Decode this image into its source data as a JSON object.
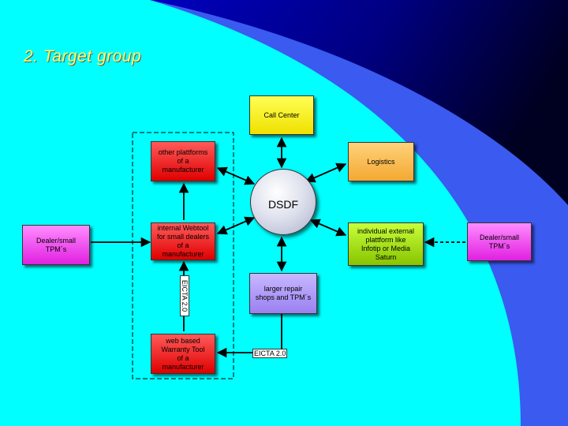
{
  "slide": {
    "title": "2. Target group"
  },
  "nodes": {
    "call_center": "Call Center",
    "logistics": "Logistics",
    "other_platforms": "other plattforms\nof a\nmanufacturer",
    "internal_webtool": "internal Webtool\nfor small dealers\nof a\nmanufacturer",
    "web_warranty": "web based\nWarranty Tool\nof a\nmanufacturer",
    "dealer_left": "Dealer/small\nTPM´s",
    "dealer_right": "Dealer/small\nTPM´s",
    "individual_platform": "individual external\nplattform like\nInfotip or Media\nSaturn",
    "repair_shops": "larger repair\nshops and TPM´s",
    "dsdf": "DSDF"
  },
  "edge_labels": {
    "eicta_vertical": "EICTA 2.0",
    "eicta_horizontal": "EICTA 2.0"
  },
  "colors": {
    "background": "#00FFFF",
    "corner_dark": "#000030",
    "corner_blue": "#3A5AF0",
    "title": "#FFFF66"
  }
}
